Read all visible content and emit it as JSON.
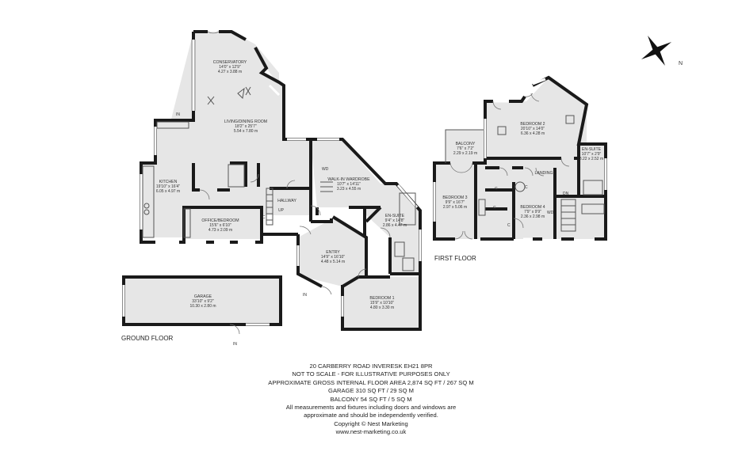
{
  "compass": {
    "north_label": "N"
  },
  "floors": {
    "ground": "GROUND FLOOR",
    "first": "FIRST FLOOR"
  },
  "rooms": {
    "conservatory": {
      "name": "CONSERVATORY",
      "imperial": "14'0\" x 12'9\"",
      "metric": "4.27 x 3.88 m"
    },
    "living": {
      "name": "LIVING/DINING ROOM",
      "imperial": "18'2\" x 25'7\"",
      "metric": "5.54 x 7.80 m"
    },
    "kitchen": {
      "name": "KITCHEN",
      "imperial": "19'10\" x 16'4\"",
      "metric": "6.05 x 4.97 m"
    },
    "office": {
      "name": "OFFICE/BEDROOM",
      "imperial": "15'6\" x 6'10\"",
      "metric": "4.73 x 2.09 m"
    },
    "hallway": {
      "name": "HALLWAY"
    },
    "wardrobe": {
      "name": "WALK-IN WARDROBE",
      "imperial": "10'7\" x 14'11\"",
      "metric": "3.23 x 4.55 m"
    },
    "ensuite_g": {
      "name": "EN-SUITE",
      "imperial": "9'4\" x 14'8\"",
      "metric": "2.86 x 4.47 m"
    },
    "entry": {
      "name": "ENTRY",
      "imperial": "14'9\" x 16'10\"",
      "metric": "4.48 x 5.14 m"
    },
    "bedroom1": {
      "name": "BEDROOM 1",
      "imperial": "15'9\" x 10'10\"",
      "metric": "4.80 x 3.30 m"
    },
    "garage": {
      "name": "GARAGE",
      "imperial": "33'10\" x 9'2\"",
      "metric": "10.30 x 2.80 m"
    },
    "balcony": {
      "name": "BALCONY",
      "imperial": "7'6\" x 7'2\"",
      "metric": "2.29 x 2.19 m"
    },
    "bedroom2": {
      "name": "BEDROOM 2",
      "imperial": "20'10\" x 14'0\"",
      "metric": "6.36 x 4.28 m"
    },
    "ensuite_f": {
      "name": "EN-SUITE",
      "imperial": "10'7\" x 2'9\"",
      "metric": "3.22 x 2.52 m"
    },
    "landing": {
      "name": "LANDING"
    },
    "bedroom3": {
      "name": "BEDROOM 3",
      "imperial": "9'9\" x 16'7\"",
      "metric": "2.97 x 5.06 m"
    },
    "bedroom4": {
      "name": "BEDROOM 4",
      "imperial": "7'9\" x 9'9\"",
      "metric": "2.36 x 2.98 m"
    }
  },
  "markers": {
    "in": "IN",
    "up": "UP",
    "dn": "DN",
    "wd": "WD",
    "c": "C"
  },
  "footer": {
    "address": "20 CARBERRY ROAD INVERESK EH21 8PR",
    "scale": "NOT TO SCALE - FOR ILLUSTRATIVE PURPOSES ONLY",
    "area": "APPROXIMATE GROSS INTERNAL FLOOR AREA 2,874 SQ FT / 267 SQ M",
    "garage": "GARAGE 310 SQ FT / 29 SQ M",
    "balcony": "BALCONY 54 SQ FT / 5 SQ M",
    "disclaimer1": "All measurements and fixtures including doors and windows are",
    "disclaimer2": "approximate and should be independently verified.",
    "copyright": "Copyright © Nest Marketing",
    "website": "www.nest-marketing.co.uk"
  }
}
